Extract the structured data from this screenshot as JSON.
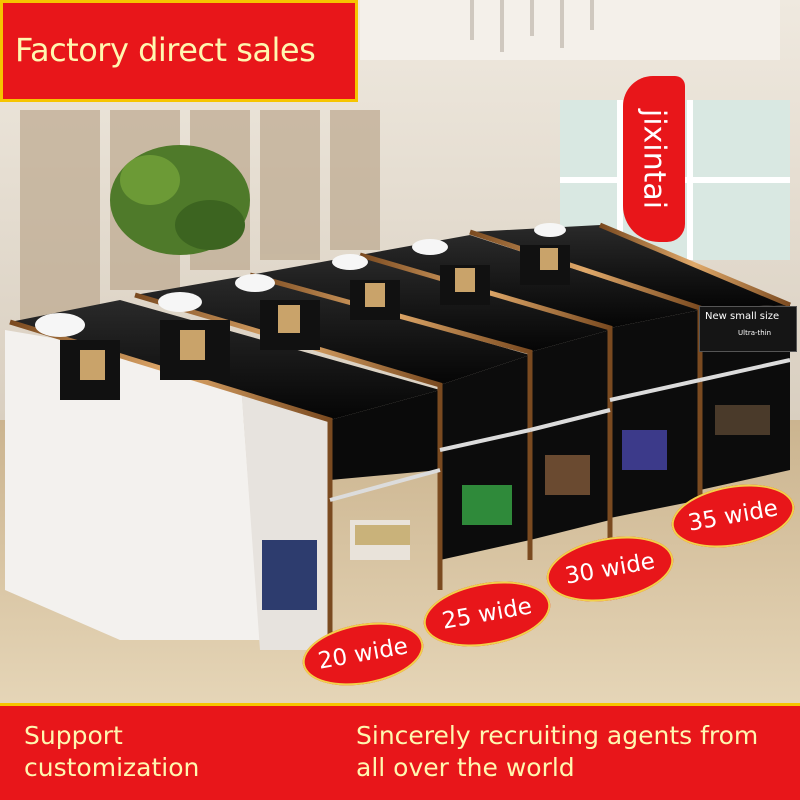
{
  "top_banner": {
    "text": "Factory direct sales"
  },
  "brand": {
    "text": "jixintai"
  },
  "product_label": {
    "title": "New small size",
    "subtitle": "Ultra-thin"
  },
  "sizes": [
    "20 wide",
    "25 wide",
    "30 wide",
    "35 wide"
  ],
  "bottom_banner": {
    "left_text": "Support customization",
    "right_text": "Sincerely recruiting agents from all over the world"
  },
  "colors": {
    "banner_red": "#e8161a",
    "banner_text": "#fff7b0",
    "border_gold": "#f6c400"
  }
}
